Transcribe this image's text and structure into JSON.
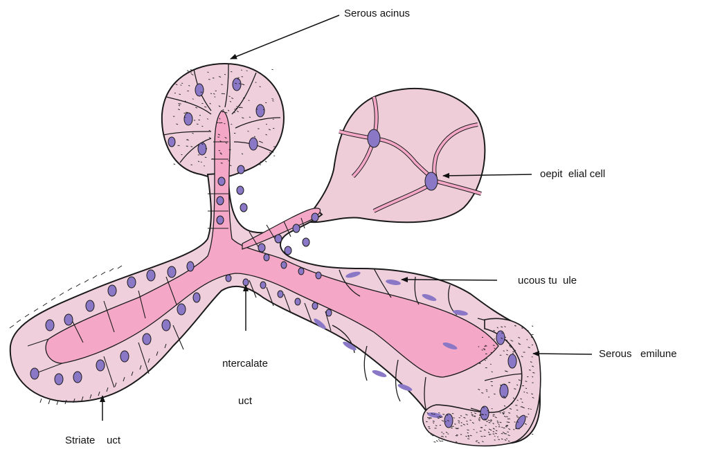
{
  "diagram": {
    "labels": {
      "serous_acinus": "Serous acinus",
      "myoepithelial_cell": "oepit  elial cell",
      "mucous_tubule": "ucous tu  ule",
      "serous_demilune": "Serous   emilune",
      "intercalated_duct_line1": "ntercalate",
      "intercalated_duct_line2": "uct",
      "striated_duct": "Striate    uct"
    },
    "colors": {
      "cell_fill": "#f0cfdc",
      "mucous_fill": "#eecdd9",
      "lumen_fill": "#f4a7c6",
      "lumen_dark": "#ee90b4",
      "nucleus": "#8a78c6",
      "outline": "#1a1a1a"
    }
  }
}
